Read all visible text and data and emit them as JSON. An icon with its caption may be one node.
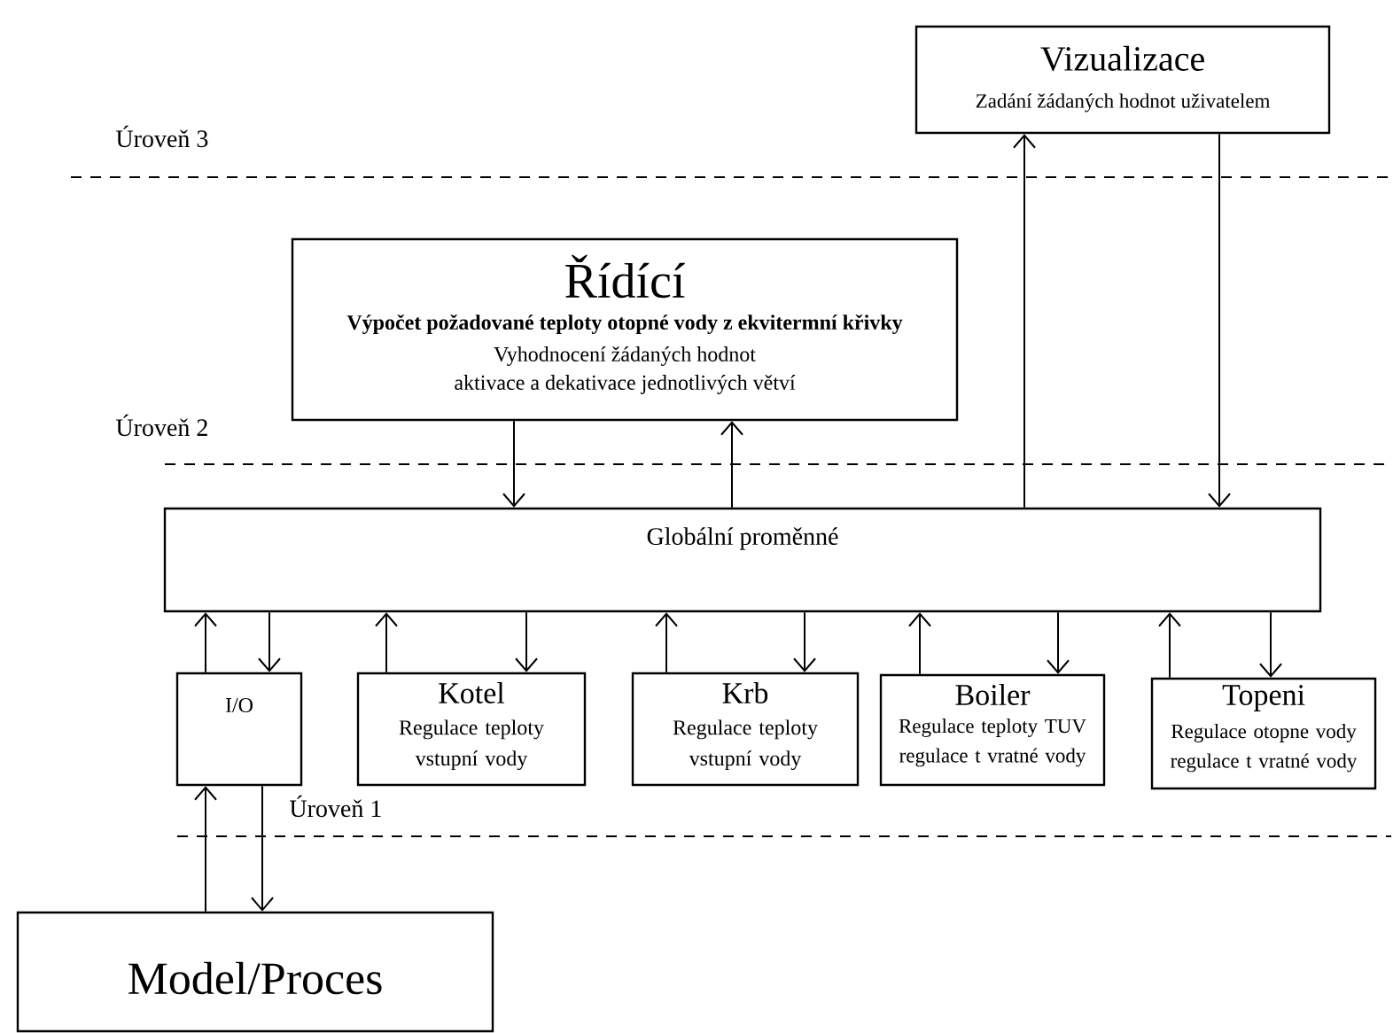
{
  "diagram": {
    "nodes": [
      {
        "text": [
          "Vizualizace",
          "Zadání žádaných hodnot uživatelem"
        ]
      },
      {
        "text": [
          "Řídící",
          "Výpočet požadované teploty otopné vody z ekvitermní křivky",
          "Vyhodnocení žádaných hodnot",
          "aktivace a dekativace jednotlivých větví"
        ]
      },
      {
        "text": [
          "Globální proměnné"
        ]
      },
      {
        "text": [
          "I/O"
        ]
      },
      {
        "text": [
          "Kotel",
          "Regulace teploty vstupní vody"
        ]
      },
      {
        "text": [
          "Krb",
          "Regulace teploty vstupní vody"
        ]
      },
      {
        "text": [
          "Boiler",
          "Regulace teploty TUV regulace t vratné vody"
        ]
      },
      {
        "text": [
          "Topeni",
          "Regulace otopne vody regulace t vratné vody"
        ]
      },
      {
        "text": [
          "Model/Proces"
        ]
      }
    ],
    "edges": [
      {
        "from": 2,
        "to": 0,
        "arrow": "to"
      },
      {
        "from": 0,
        "to": 2,
        "arrow": "to"
      },
      {
        "from": 1,
        "to": 2,
        "arrow": "to"
      },
      {
        "from": 2,
        "to": 1,
        "arrow": "to"
      },
      {
        "from": 3,
        "to": 2,
        "arrow": "to"
      },
      {
        "from": 2,
        "to": 3,
        "arrow": "to"
      },
      {
        "from": 4,
        "to": 2,
        "arrow": "to"
      },
      {
        "from": 2,
        "to": 4,
        "arrow": "to"
      },
      {
        "from": 5,
        "to": 2,
        "arrow": "to"
      },
      {
        "from": 2,
        "to": 5,
        "arrow": "to"
      },
      {
        "from": 6,
        "to": 2,
        "arrow": "to"
      },
      {
        "from": 2,
        "to": 6,
        "arrow": "to"
      },
      {
        "from": 7,
        "to": 2,
        "arrow": "to"
      },
      {
        "from": 2,
        "to": 7,
        "arrow": "to"
      },
      {
        "from": 8,
        "to": 3,
        "arrow": "to"
      },
      {
        "from": 3,
        "to": 8,
        "arrow": "to"
      }
    ],
    "labels": [
      "Úroveň 3",
      "Úroveň 2",
      "Úroveň 1"
    ]
  }
}
